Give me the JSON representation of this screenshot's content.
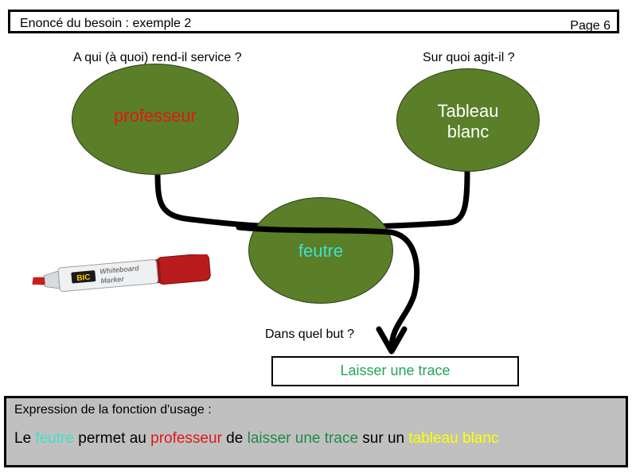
{
  "header": {
    "title": "Enoncé du besoin : exemple 2",
    "page": "Page 6"
  },
  "questions": {
    "service": "A qui (à quoi) rend-il service ?",
    "acts_on": "Sur quoi agit-il ?",
    "goal": "Dans quel but ?"
  },
  "nodes": {
    "user": {
      "label": "professeur",
      "color": "#e01818"
    },
    "object": {
      "line1": "Tableau",
      "line2": "blanc",
      "color": "#ffffff"
    },
    "product": {
      "label": "feutre",
      "color": "#40e0c8"
    }
  },
  "goal_answer": "Laisser une trace",
  "marker_image": {
    "icon": "whiteboard-marker-icon",
    "brand": "BIC",
    "text1": "Whiteboard",
    "text2": "Marker"
  },
  "expression": {
    "label": "Expression de la fonction d'usage :",
    "parts": [
      {
        "text": "Le ",
        "color": "#000000"
      },
      {
        "text": "feutre",
        "color": "#40e0c8"
      },
      {
        "text": " permet au ",
        "color": "#000000"
      },
      {
        "text": "professeur",
        "color": "#e01818"
      },
      {
        "text": " de ",
        "color": "#000000"
      },
      {
        "text": "laisser une trace",
        "color": "#1f8a45"
      },
      {
        "text": " sur un ",
        "color": "#000000"
      },
      {
        "text": "tableau blanc",
        "color": "#ffff00"
      }
    ]
  },
  "colors": {
    "ellipse_fill": "#5a7f28",
    "expression_bg": "#c0c0c0"
  }
}
